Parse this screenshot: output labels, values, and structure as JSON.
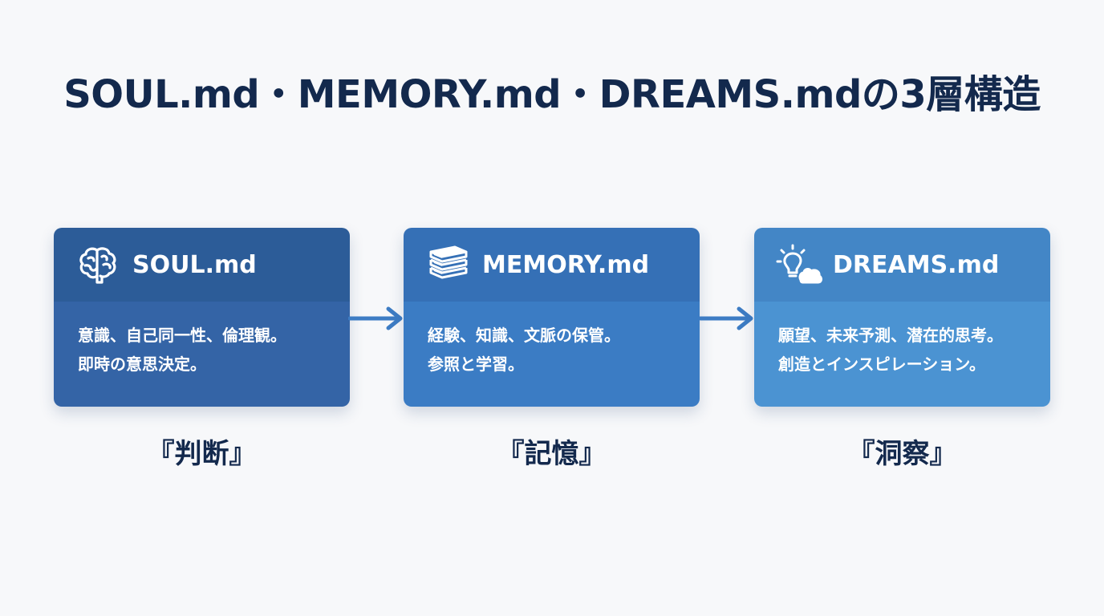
{
  "title": "SOUL.md・MEMORY.md・DREAMS.mdの3層構造",
  "colors": {
    "title": "#13294d",
    "soul_head": "#2c5c98",
    "soul_body": "#3464a6",
    "memory_head": "#3570b6",
    "memory_body": "#3b7cc4",
    "dreams_head": "#4386c6",
    "dreams_body": "#4b93d2",
    "arrow": "#3d7cc4"
  },
  "cards": [
    {
      "icon": "brain-icon",
      "title": "SOUL.md",
      "lines": [
        "意識、自己同一性、倫理観。",
        "即時の意思決定。"
      ],
      "caption": "『判断』"
    },
    {
      "icon": "books-icon",
      "title": "MEMORY.md",
      "lines": [
        "経験、知識、文脈の保管。",
        "参照と学習。"
      ],
      "caption": "『記憶』"
    },
    {
      "icon": "lightbulb-cloud-icon",
      "title": "DREAMS.md",
      "lines": [
        "願望、未来予測、潜在的思考。",
        "創造とインスピレーション。"
      ],
      "caption": "『洞察』"
    }
  ]
}
